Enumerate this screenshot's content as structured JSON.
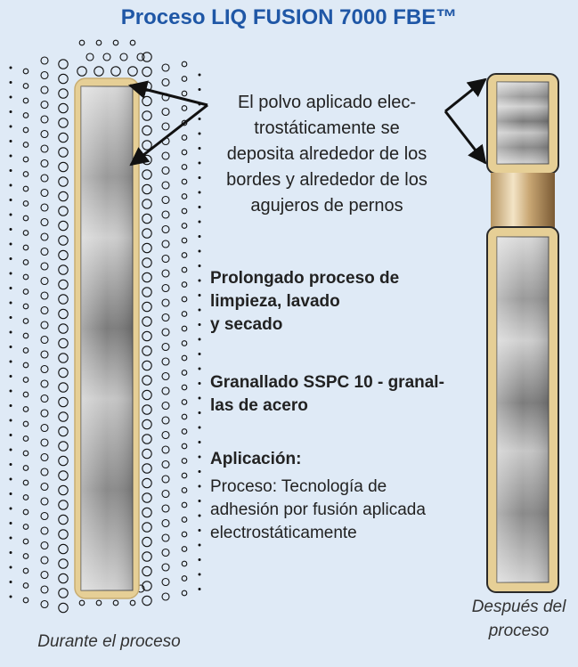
{
  "title": "Proceso LIQ FUSION 7000 FBE™",
  "note_lines": [
    "El polvo aplicado elec-",
    "trostáticamente se",
    "deposita alrededor de los",
    "bordes y alrededor de los",
    "agujeros de pernos"
  ],
  "step1_lines": [
    "Prolongado proceso de",
    "limpieza, lavado",
    "y secado"
  ],
  "step2_lines": [
    "Granallado SSPC 10 - granal-",
    "las de acero"
  ],
  "application": {
    "title": "Aplicación:",
    "lines": [
      "Proceso: Tecnología de",
      "adhesión por fusión aplicada",
      "electrostáticamente"
    ]
  },
  "caption_left": "Durante el proceso",
  "caption_right_lines": [
    "Después del",
    "proceso"
  ],
  "colors": {
    "title": "#1f57a6",
    "background": "#dfeaf6",
    "coating": "#e6cf96",
    "coating_edge": "#a88a50",
    "steel_mid": "#7a7a7a",
    "steel_light": "#d8d8d8"
  }
}
